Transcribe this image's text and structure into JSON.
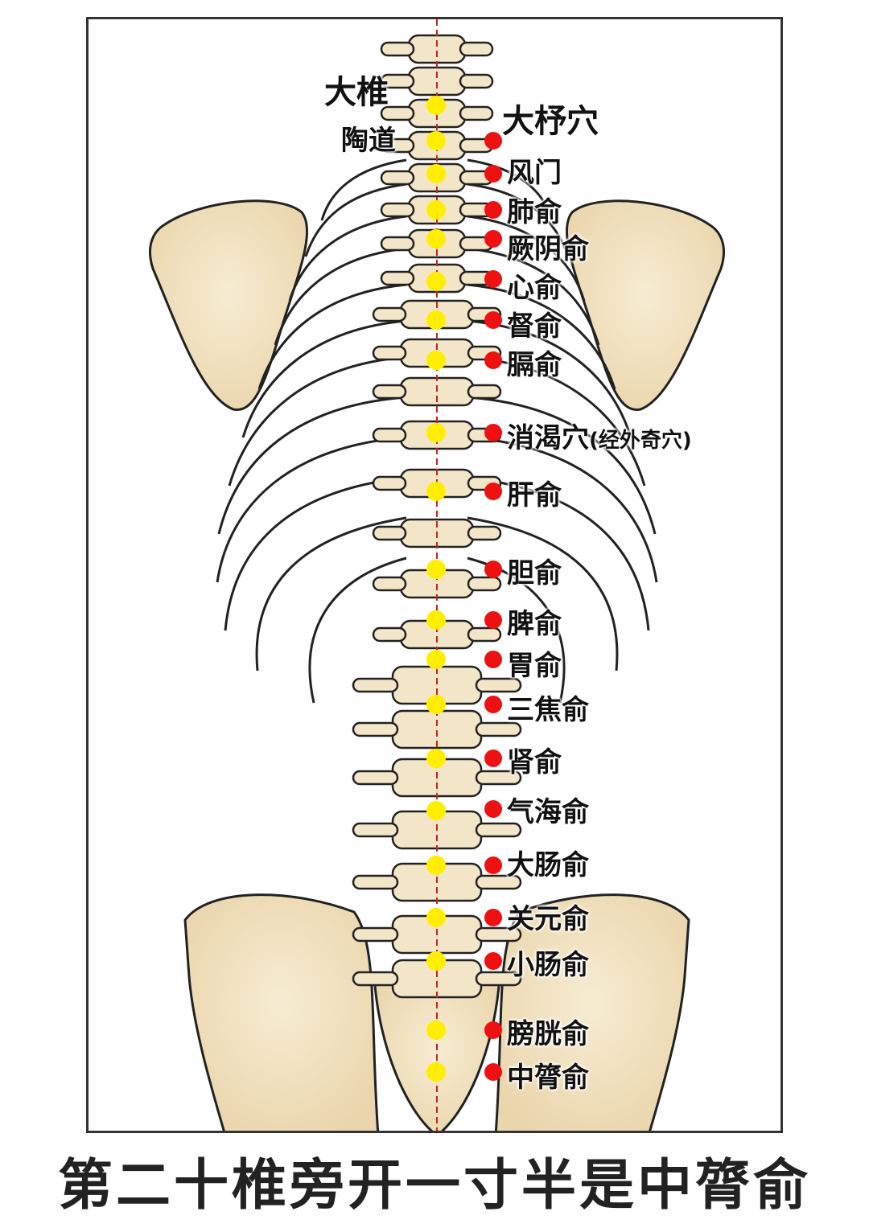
{
  "colors": {
    "bone": "#f3e6c8",
    "bone_shadow": "#e6cfa0",
    "outline": "#222222",
    "midline": "#cc2222",
    "spine_dot": "#ffee00",
    "acupoint_dot": "#ee1111"
  },
  "labels": {
    "dazhui": "大椎",
    "taodao": "陶道",
    "dazhu": "大杼穴",
    "fengmen": "风门",
    "feishu": "肺俞",
    "jueyinshu": "厥阴俞",
    "xinshu": "心俞",
    "dushu": "督俞",
    "geshu": "膈俞",
    "xiaoke": "消渴穴",
    "xiaoke_note": "(经外奇穴)",
    "ganshu": "肝俞",
    "danshu": "胆俞",
    "pishu": "脾俞",
    "weishu": "胃俞",
    "sanjiaoshu": "三焦俞",
    "shenshu": "肾俞",
    "qihaishu": "气海俞",
    "dachangshu": "大肠俞",
    "guanyuanshu": "关元俞",
    "xiaochangshu": "小肠俞",
    "pangguangshu": "膀胱俞",
    "zhonglushu": "中膂俞"
  },
  "caption": "第二十椎旁开一寸半是中膂俞"
}
